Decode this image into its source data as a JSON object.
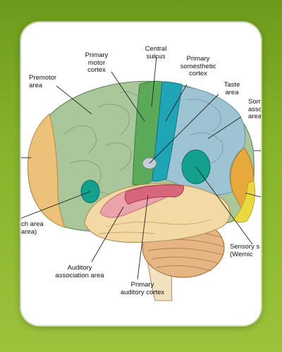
{
  "colors": {
    "frontal": "#a9c79b",
    "motor": "#5aaa5a",
    "somesthetic": "#1fa5b5",
    "parietal": "#9ec3d3",
    "occipital": "#e8a93c",
    "yellow": "#e9d93e",
    "temporal": "#f3d9a5",
    "auditory": "#d7667a",
    "cerebellum": "#e5b583",
    "prefrontal": "#ecc27a",
    "broca": "#13a08c"
  },
  "labels": {
    "premotor": "Premotor\narea",
    "primary_motor": "Primary\nmotor\ncortex",
    "central_sulcus": "Central\nsulcus",
    "primary_somesthetic": "Primary\nsomesthetic\ncortex",
    "taste": "Taste\narea",
    "somatic_association": "Som\nassoci\narea",
    "broca": "ch area\narea)",
    "auditory_association": "Auditory\nassociation area",
    "primary_auditory": "Primary\nauditory cortex",
    "sensory_speech": "Sensory s\n(Wernic"
  }
}
